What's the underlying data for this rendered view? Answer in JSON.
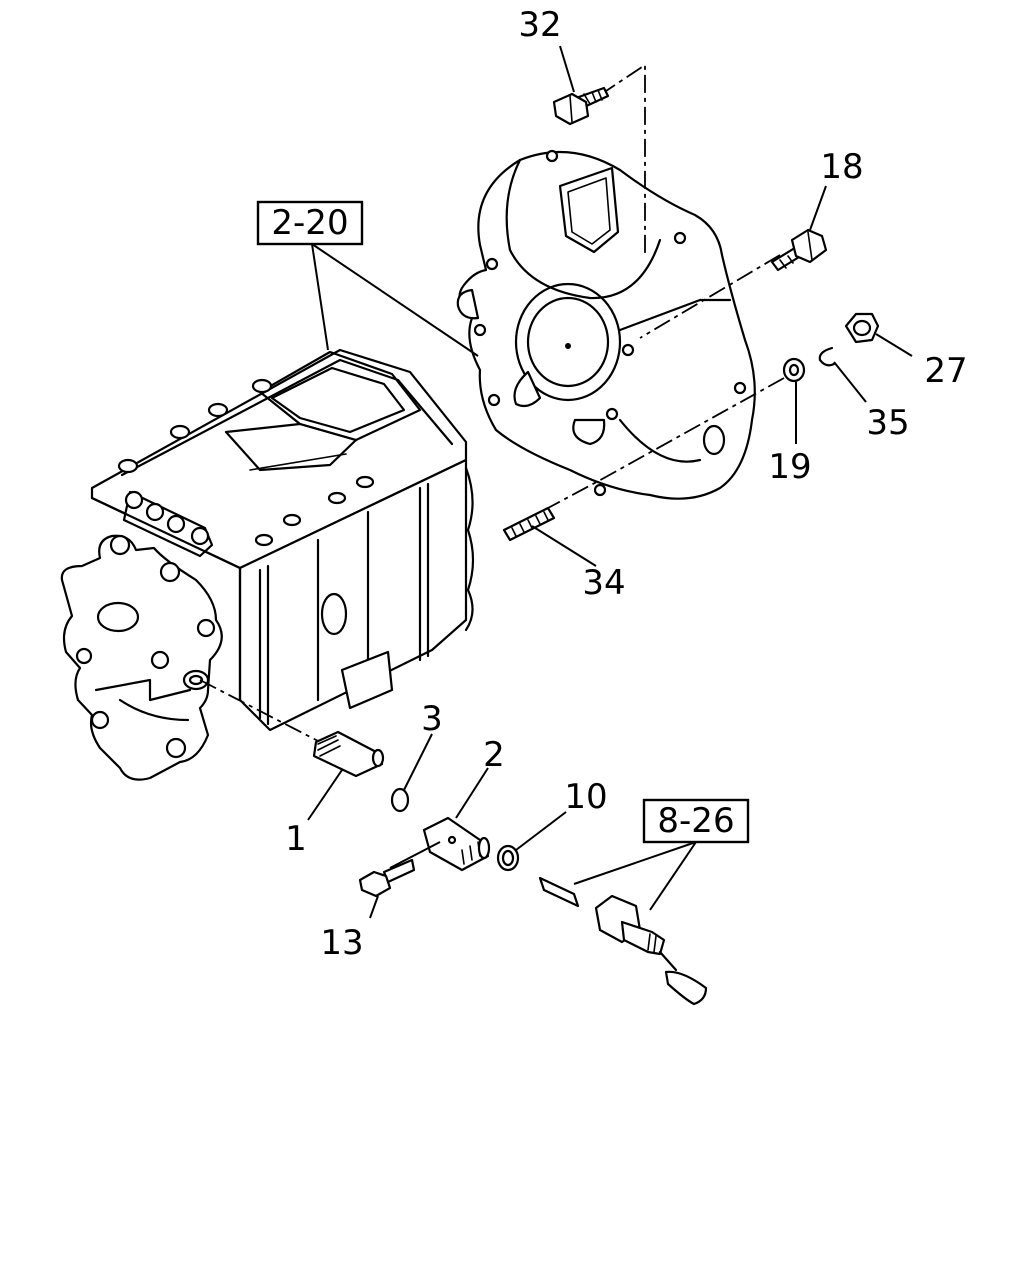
{
  "callouts": {
    "c32": "32",
    "c18": "18",
    "c27": "27",
    "c35": "35",
    "c19": "19",
    "c34": "34",
    "c3": "3",
    "c2": "2",
    "c10": "10",
    "c1": "1",
    "c13": "13"
  },
  "references": {
    "ref_2_20": "2-20",
    "ref_8_26": "8-26"
  }
}
